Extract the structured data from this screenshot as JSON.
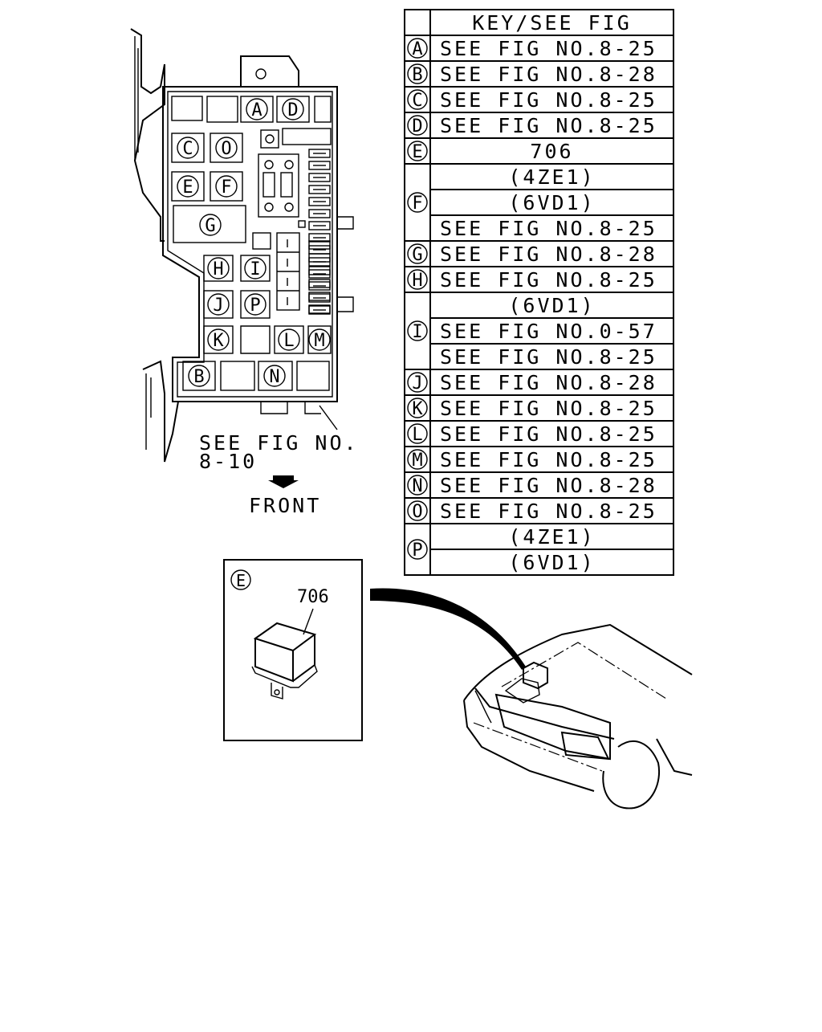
{
  "key_table": {
    "header": "KEY/SEE FIG",
    "rows": [
      {
        "key": "A",
        "values": [
          "SEE FIG NO.8-25"
        ]
      },
      {
        "key": "B",
        "values": [
          "SEE FIG NO.8-28"
        ]
      },
      {
        "key": "C",
        "values": [
          "SEE FIG NO.8-25"
        ]
      },
      {
        "key": "D",
        "values": [
          "SEE FIG NO.8-25"
        ]
      },
      {
        "key": "E",
        "values": [
          "706"
        ]
      },
      {
        "key": "F",
        "values": [
          "(4ZE1)",
          "(6VD1)",
          "SEE FIG NO.8-25"
        ]
      },
      {
        "key": "G",
        "values": [
          "SEE FIG NO.8-28"
        ]
      },
      {
        "key": "H",
        "values": [
          "SEE FIG NO.8-25"
        ]
      },
      {
        "key": "I",
        "values": [
          "(6VD1)",
          "SEE FIG NO.0-57",
          "SEE FIG NO.8-25"
        ]
      },
      {
        "key": "J",
        "values": [
          "SEE FIG NO.8-28"
        ]
      },
      {
        "key": "K",
        "values": [
          "SEE FIG NO.8-25"
        ]
      },
      {
        "key": "L",
        "values": [
          "SEE FIG NO.8-25"
        ]
      },
      {
        "key": "M",
        "values": [
          "SEE FIG NO.8-25"
        ]
      },
      {
        "key": "N",
        "values": [
          "SEE FIG NO.8-28"
        ]
      },
      {
        "key": "O",
        "values": [
          "SEE FIG NO.8-25"
        ]
      },
      {
        "key": "P",
        "values": [
          "(4ZE1)",
          "(6VD1)"
        ]
      }
    ]
  },
  "fuse_box": {
    "labels": [
      "A",
      "D",
      "C",
      "O",
      "E",
      "F",
      "G",
      "H",
      "I",
      "J",
      "P",
      "K",
      "L",
      "M",
      "B",
      "N"
    ],
    "callout_line1": "SEE FIG NO.",
    "callout_line2": "8-10",
    "direction_label": "FRONT"
  },
  "detail_view": {
    "key": "E",
    "part_number": "706"
  }
}
